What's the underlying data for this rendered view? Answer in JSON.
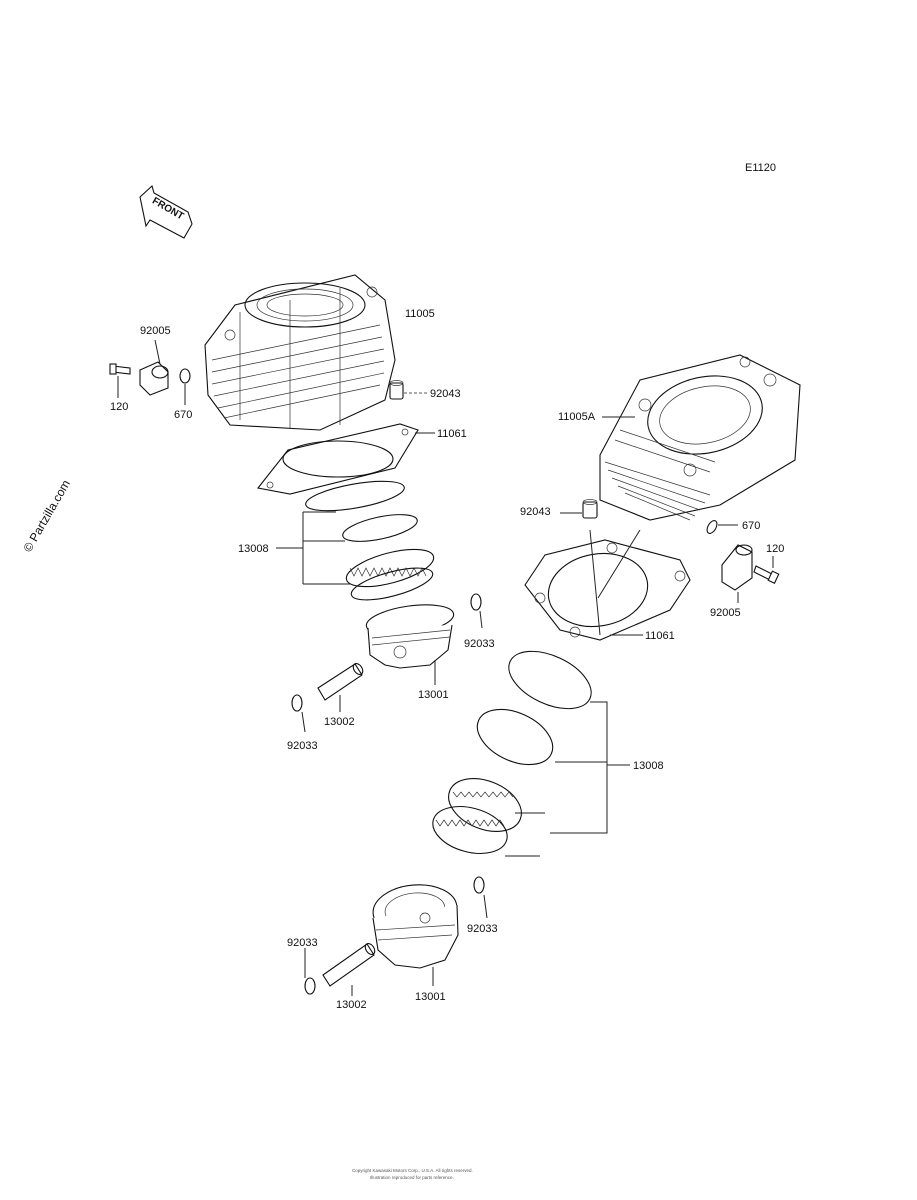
{
  "diagram_code": "E1120",
  "front_label": "FRONT",
  "copyright": "© Partzilla.com",
  "footer_lines": [
    "Copyright Kawasaki Motors Corp., U.S.A. All rights reserved.",
    "Illustration reproduced for parts reference."
  ],
  "labels": {
    "cyl_front": "11005",
    "cyl_rear": "11005A",
    "gasket_front": "11061",
    "gasket_rear": "11061",
    "dowel_front": "92043",
    "dowel_rear": "92043",
    "fitting_front": "92005",
    "fitting_rear": "92005",
    "bolt_front": "120",
    "bolt_rear": "120",
    "oring_front": "670",
    "oring_rear": "670",
    "rings_front": "13008",
    "rings_rear": "13008",
    "piston_front": "13001",
    "piston_rear": "13001",
    "pin_front": "13002",
    "pin_rear": "13002",
    "clip_front_r": "92033",
    "clip_front_l": "92033",
    "clip_rear_r": "92033",
    "clip_rear_l": "92033"
  }
}
